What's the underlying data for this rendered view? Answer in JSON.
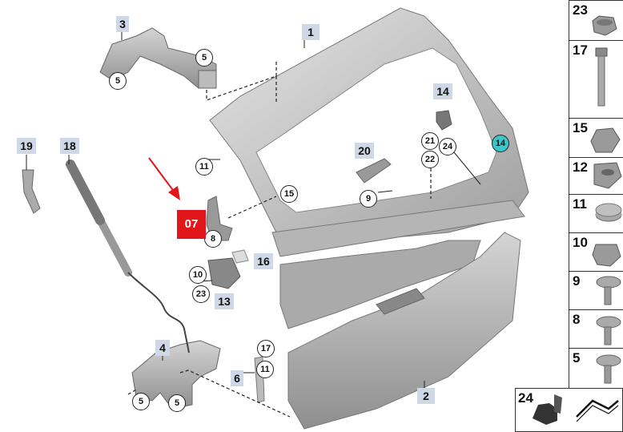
{
  "callout_squares": [
    {
      "id": "part-1",
      "text": "1"
    },
    {
      "id": "part-2",
      "text": "2"
    },
    {
      "id": "part-3",
      "text": "3"
    },
    {
      "id": "part-4",
      "text": "4"
    },
    {
      "id": "part-6",
      "text": "6"
    },
    {
      "id": "part-13",
      "text": "13"
    },
    {
      "id": "part-14",
      "text": "14"
    },
    {
      "id": "part-16",
      "text": "16"
    },
    {
      "id": "part-18",
      "text": "18"
    },
    {
      "id": "part-19",
      "text": "19"
    },
    {
      "id": "part-20",
      "text": "20"
    }
  ],
  "callout_circles": [
    {
      "id": "c5a",
      "text": "5"
    },
    {
      "id": "c5b",
      "text": "5"
    },
    {
      "id": "c5c",
      "text": "5"
    },
    {
      "id": "c5d",
      "text": "5"
    },
    {
      "id": "c8",
      "text": "8"
    },
    {
      "id": "c9",
      "text": "9"
    },
    {
      "id": "c10",
      "text": "10"
    },
    {
      "id": "c11a",
      "text": "11"
    },
    {
      "id": "c11b",
      "text": "11"
    },
    {
      "id": "c14",
      "text": "14"
    },
    {
      "id": "c15",
      "text": "15"
    },
    {
      "id": "c17",
      "text": "17"
    },
    {
      "id": "c21",
      "text": "21"
    },
    {
      "id": "c22",
      "text": "22"
    },
    {
      "id": "c23",
      "text": "23"
    },
    {
      "id": "c24",
      "text": "24"
    }
  ],
  "highlight": {
    "text": "07",
    "color": "#e0161b"
  },
  "highlight_circle_color": "#3cc6c8",
  "legend": [
    {
      "num": "23"
    },
    {
      "num": "17"
    },
    {
      "num": "15"
    },
    {
      "num": "12"
    },
    {
      "num": "11"
    },
    {
      "num": "10"
    },
    {
      "num": "9"
    },
    {
      "num": "8"
    },
    {
      "num": "5"
    }
  ],
  "bottom_item": {
    "num": "24"
  }
}
